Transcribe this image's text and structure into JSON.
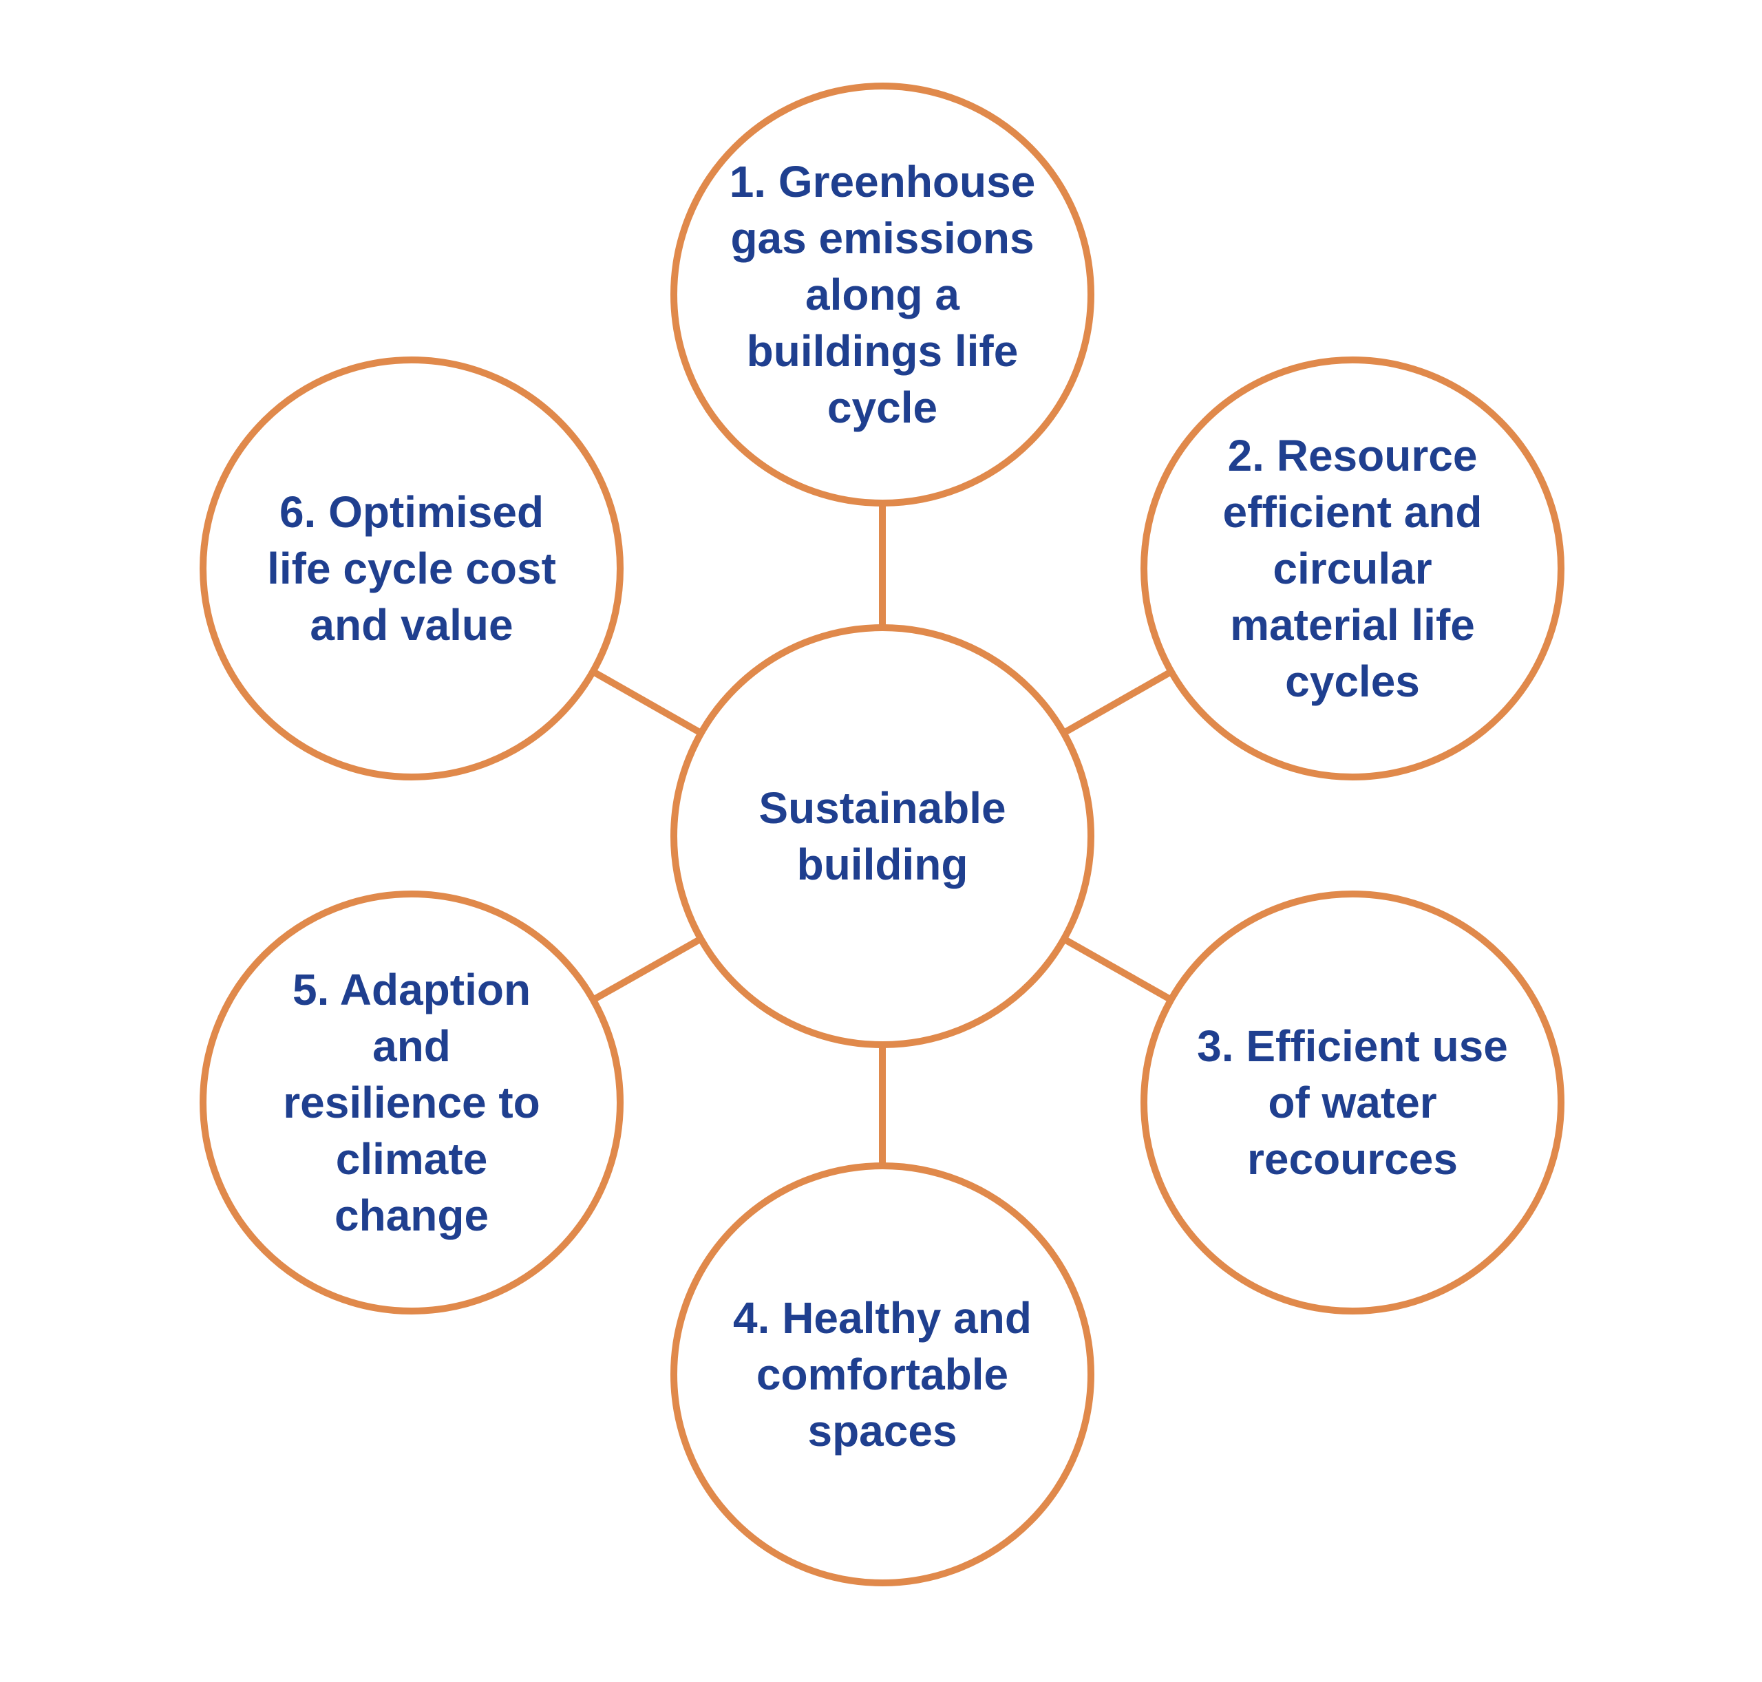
{
  "colors": {
    "circle_stroke": "#E0894B",
    "connector": "#E0894B",
    "text": "#1F3F8F",
    "background": "#FFFFFF"
  },
  "center": {
    "lines": [
      "Sustainable",
      "building"
    ]
  },
  "nodes": [
    {
      "id": "greenhouse-gas-emissions",
      "lines": [
        "1. Greenhouse",
        "gas emissions",
        "along a",
        "buildings life",
        "cycle"
      ]
    },
    {
      "id": "resource-efficient-materials",
      "lines": [
        "2. Resource",
        "efficient and",
        "circular",
        "material life",
        "cycles"
      ]
    },
    {
      "id": "efficient-water-use",
      "lines": [
        "3. Efficient use",
        "of water",
        "recources"
      ]
    },
    {
      "id": "healthy-comfortable-spaces",
      "lines": [
        "4. Healthy and",
        "comfortable",
        "spaces"
      ]
    },
    {
      "id": "adaption-resilience-climate",
      "lines": [
        "5. Adaption",
        "and",
        "resilience to",
        "climate",
        "change"
      ]
    },
    {
      "id": "optimised-life-cycle-cost",
      "lines": [
        "6. Optimised",
        "life cycle cost",
        "and value"
      ]
    }
  ]
}
